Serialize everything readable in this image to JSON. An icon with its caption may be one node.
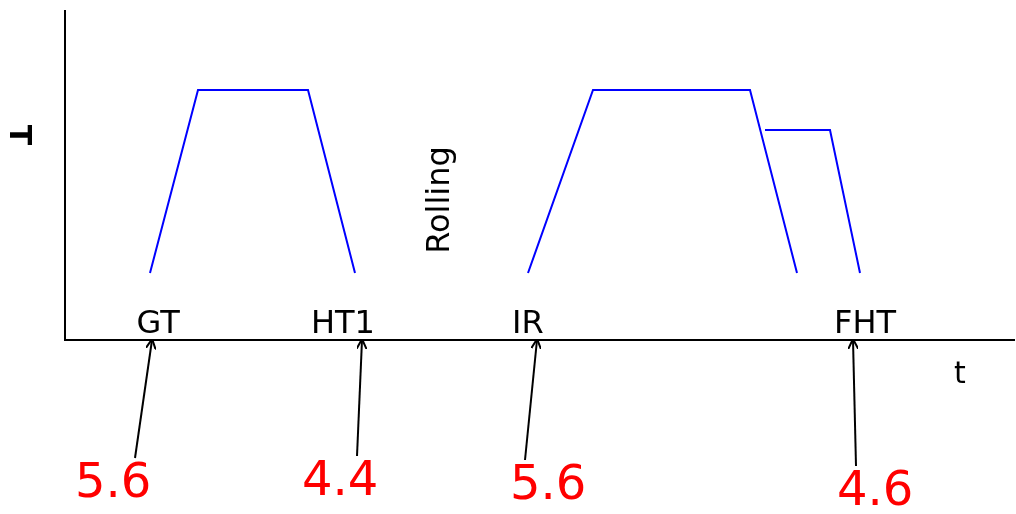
{
  "diagram": {
    "nodes": [
      {
        "text": [
          "GT"
        ]
      },
      {
        "text": [
          "HT1"
        ]
      },
      {
        "text": [
          "IR"
        ]
      },
      {
        "text": [
          "FHT"
        ]
      },
      {
        "text": [
          "5.6"
        ]
      },
      {
        "text": [
          "4.4"
        ]
      },
      {
        "text": [
          "5.6"
        ]
      },
      {
        "text": [
          "4.6"
        ]
      }
    ],
    "edges": [
      {
        "from": 4,
        "to": 0,
        "arrow": "to"
      },
      {
        "from": 5,
        "to": 1,
        "arrow": "to"
      },
      {
        "from": 6,
        "to": 2,
        "arrow": "to"
      },
      {
        "from": 7,
        "to": 3,
        "arrow": "to"
      }
    ],
    "labels": [
      "T",
      "Rolling",
      "t"
    ]
  }
}
